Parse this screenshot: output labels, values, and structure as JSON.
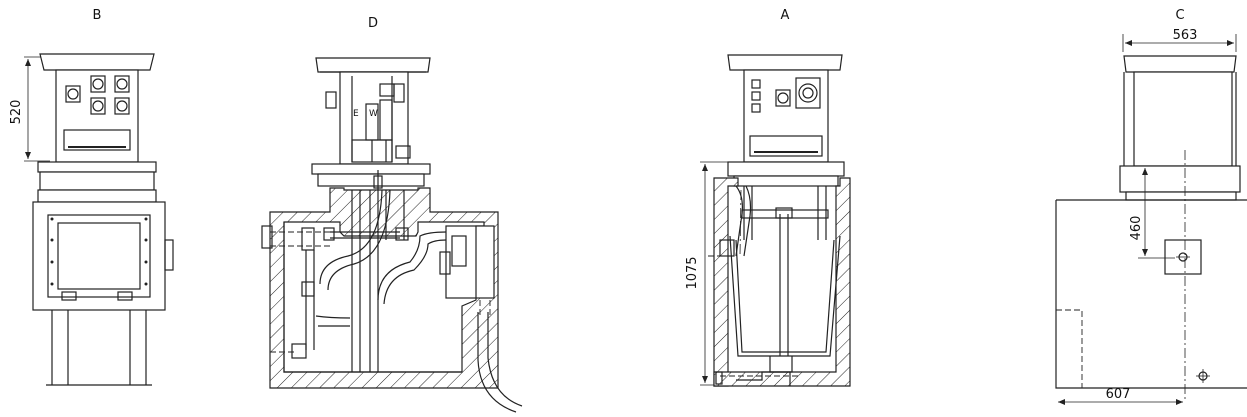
{
  "views": {
    "b": {
      "label": "B",
      "dimension": "520"
    },
    "d": {
      "label": "D",
      "terminal_e": "E",
      "terminal_w": "W"
    },
    "a": {
      "label": "A",
      "dimension": "1075"
    },
    "c": {
      "label": "C",
      "dimension_top": "563",
      "dimension_height": "460",
      "dimension_bottom": "607"
    }
  },
  "colors": {
    "line": "#222222",
    "background": "#ffffff"
  }
}
